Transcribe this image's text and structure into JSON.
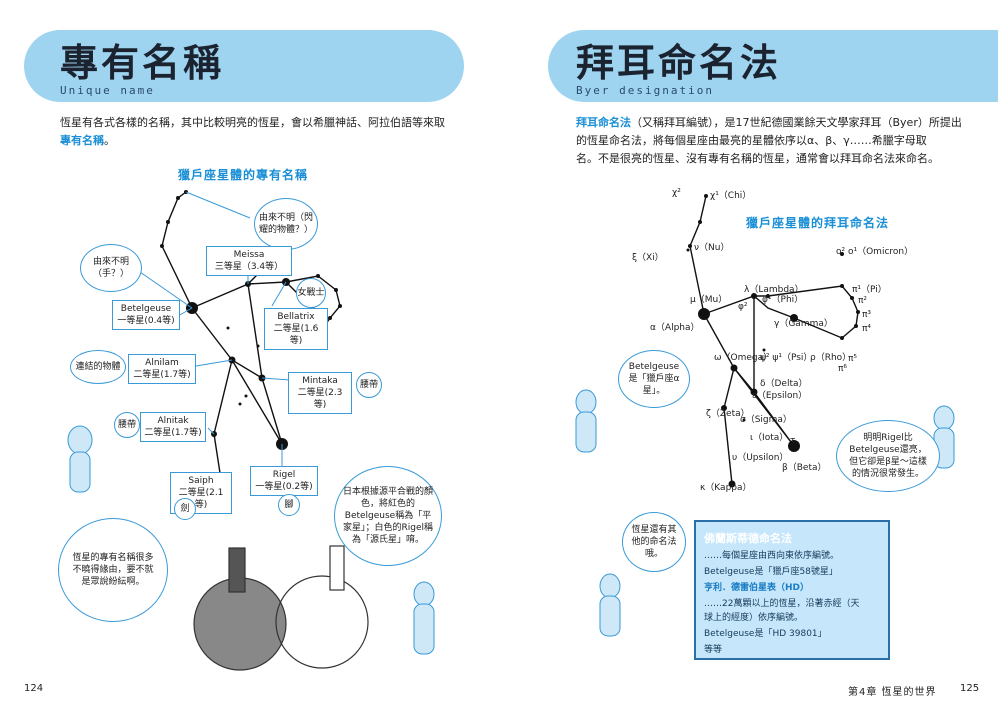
{
  "left": {
    "title": "專有名稱",
    "subtitle": "Unique name",
    "intro_line1": "恆星有各式各樣的名稱，其中比較明亮的恆星，會以希臘神話、阿拉伯語等來取",
    "intro_line2_hl": "專有名稱",
    "intro_line2_end": "。",
    "diagram_title": "獵戶座星體的專有名稱",
    "labels": {
      "unknown_origin_1": "由來不明（閃耀的物體？）",
      "meissa_name": "Meissa",
      "meissa_mag": "三等星（3.4等）",
      "unknown_hand": "由來不明（手？）",
      "betelgeuse_name": "Betelgeuse",
      "betelgeuse_mag": "一等星(0.4等)",
      "female_warrior": "女戰士",
      "bellatrix_name": "Bellatrix",
      "bellatrix_mag": "二等星(1.6等)",
      "connected_things": "連結的物體",
      "alnilam_name": "Alnilam",
      "alnilam_mag": "二等星(1.7等)",
      "mintaka_name": "Mintaka",
      "mintaka_mag": "二等星(2.3等)",
      "belt_1": "腰帶",
      "belt_2": "腰帶",
      "alnitak_name": "Alnitak",
      "alnitak_mag": "二等星(1.7等)",
      "saiph_name": "Saiph",
      "saiph_mag": "二等星(2.1等)",
      "rigel_name": "Rigel",
      "rigel_mag": "一等星(0.2等)",
      "sword": "劍",
      "leg": "腳"
    },
    "bubble_japan": "日本根據源平合戰的顏色，將紅色的Betelgeuse稱為「平家星」；白色的Rigel稱為「源氏星」唷。",
    "bubble_complain": "恆星的專有名稱很多不曉得緣由，要不就是眾說紛紜啊。",
    "page_number": "124"
  },
  "right": {
    "title": "拜耳命名法",
    "subtitle": "Byer designation",
    "intro_hl": "拜耳命名法",
    "intro_line1_rest": "（又稱拜耳編號），是17世紀德國業餘天文學家拜耳（Byer）所提出",
    "intro_line2": "的恆星命名法，將每個星座由最亮的星體依序以α、β、γ……希臘字母取",
    "intro_line3": "名。不是很亮的恆星、沒有專有名稱的恆星，通常會以拜耳命名法來命名。",
    "diagram_title": "獵戶座星體的拜耳命名法",
    "stars": {
      "chi2": "χ²",
      "chi1": "χ¹（Chi）",
      "nu": "ν（Nu）",
      "xi": "ξ（Xi）",
      "omicron": "o²  o¹（Omicron）",
      "lambda": "λ（Lambda）",
      "phi": "φ¹（Phi）",
      "phi2": "φ²",
      "mu": "μ（Mu）",
      "pi1": "π¹（Pi）",
      "pi2": "π²",
      "pi3": "π³",
      "pi4": "π⁴",
      "pi5": "π⁵",
      "pi6": "π⁶",
      "alpha": "α（Alpha）",
      "gamma": "γ（Gamma）",
      "omega": "ω（Omega）",
      "psi": "ψ²  ψ¹（Psi）",
      "rho": "ρ（Rho）",
      "delta": "δ（Delta）",
      "epsilon": "ε（Epsilon）",
      "zeta": "ζ（Zeta）",
      "sigma": "σ（Sigma）",
      "iota": "ι（Iota）",
      "tau": "τ",
      "upsilon": "υ（Upsilon）",
      "beta": "β（Beta）",
      "kappa": "κ（Kappa）"
    },
    "bubble_betelgeuse": "Betelgeuse是「獵戶座α星」。",
    "bubble_rigel": "明明Rigel比Betelgeuse還亮，但它卻是β星～這樣的情況很常發生。",
    "bubble_other": "恆星還有其他的命名法哦。",
    "blackboard": {
      "heading": "佛蘭斯蒂德命名法",
      "line1": "……每個星座由西向東依序編號。",
      "line2": "Betelgeuse是「獵戶座58號星」",
      "sub": "亨利．德雷伯星表（HD）",
      "line3": "……22萬顆以上的恆星，沿著赤經（天",
      "line4": "球上的經度）依序編號。",
      "line5": "Betelgeuse是「HD 39801」",
      "line6": "等等"
    },
    "chapter": "第4章  恆星的世界",
    "page_number": "125"
  },
  "colors": {
    "accent": "#1a8fd6",
    "title_bg": "#9fd4f0",
    "blackboard": "#c6e7fb"
  }
}
